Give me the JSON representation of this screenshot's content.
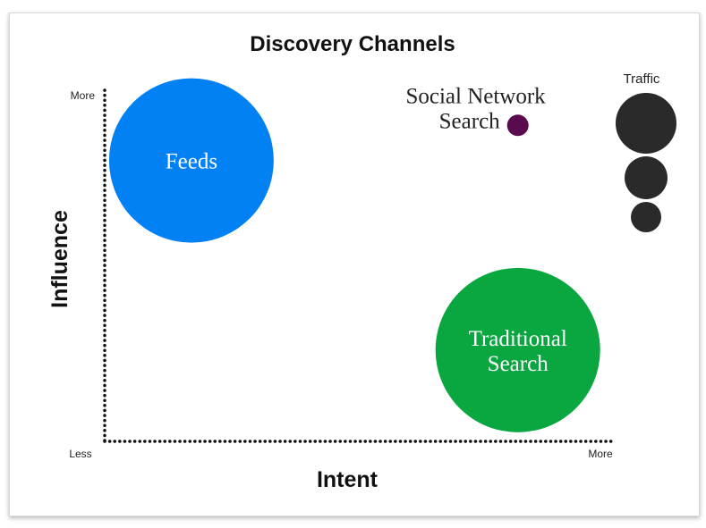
{
  "chart_data": {
    "type": "bubble",
    "title": "Discovery Channels",
    "xlabel": "Intent",
    "ylabel": "Influence",
    "x_ticks": {
      "min_label": "Less",
      "max_label": "More"
    },
    "y_ticks": {
      "min_label": "Less",
      "max_label": "More"
    },
    "xlim": [
      0,
      10
    ],
    "ylim": [
      0,
      10
    ],
    "grid": false,
    "series": [
      {
        "label_lines": [
          "Feeds"
        ],
        "x": 1.7,
        "y": 8.0,
        "size": 3,
        "color": "#0281f5",
        "label_position": "inside",
        "label_color": "#ffffff"
      },
      {
        "label_lines": [
          "Traditional",
          "Search"
        ],
        "x": 8.1,
        "y": 2.6,
        "size": 3,
        "color": "#0aa640",
        "label_position": "inside",
        "label_color": "#ffffff"
      },
      {
        "label_lines": [
          "Social Network",
          "Search"
        ],
        "x": 8.1,
        "y": 9.0,
        "size": 1,
        "color": "#5a0a4f",
        "label_position": "left",
        "label_color": "#222222"
      }
    ],
    "legend": {
      "title": "Traffic",
      "position": "top-right",
      "color": "#2a2a2a",
      "sizes": [
        3,
        2,
        1
      ]
    }
  }
}
